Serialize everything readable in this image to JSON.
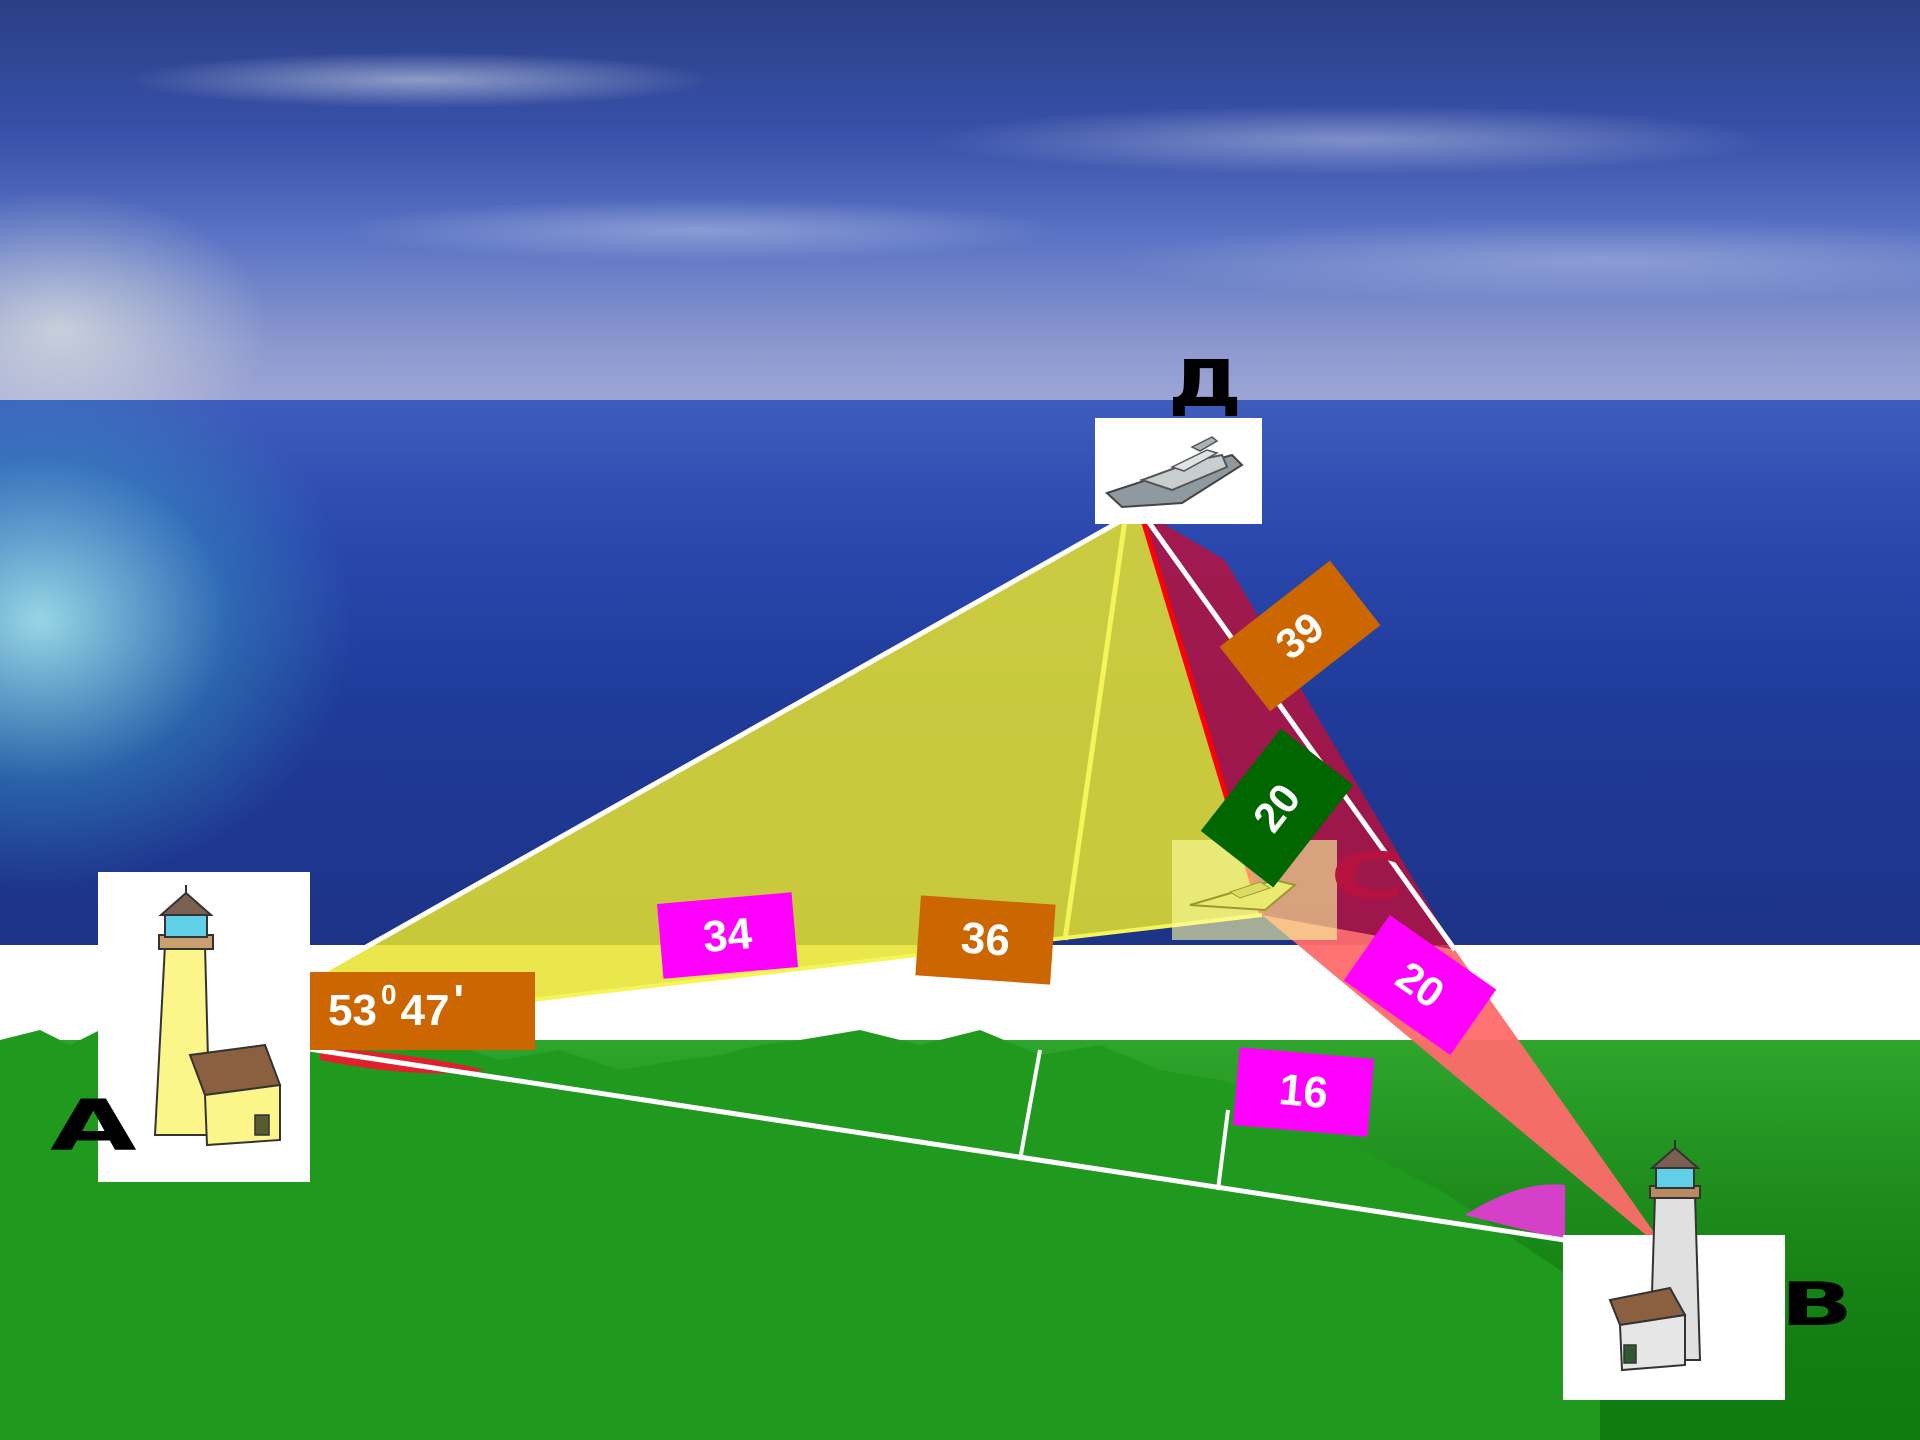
{
  "points": {
    "A": "А",
    "B": "В",
    "C": "С",
    "D": "Д"
  },
  "labels": {
    "ad_left": "34",
    "ad_right": "36",
    "angle_deg": "53",
    "angle_deg_mark": "0",
    "angle_min": "47",
    "angle_min_mark": "'",
    "db_upper": "39",
    "dc": "20",
    "cb": "20",
    "ab_right": "16"
  },
  "colors": {
    "yellow": "#f2ee3a",
    "dark_red": "#b5123f",
    "salmon": "#ff6b6b",
    "pink": "#ff00ff",
    "orange": "#cc6600",
    "green": "#006600"
  },
  "icons": {
    "ship": "ship-icon",
    "lighthouse_a": "lighthouse-icon",
    "lighthouse_b": "lighthouse-icon"
  }
}
